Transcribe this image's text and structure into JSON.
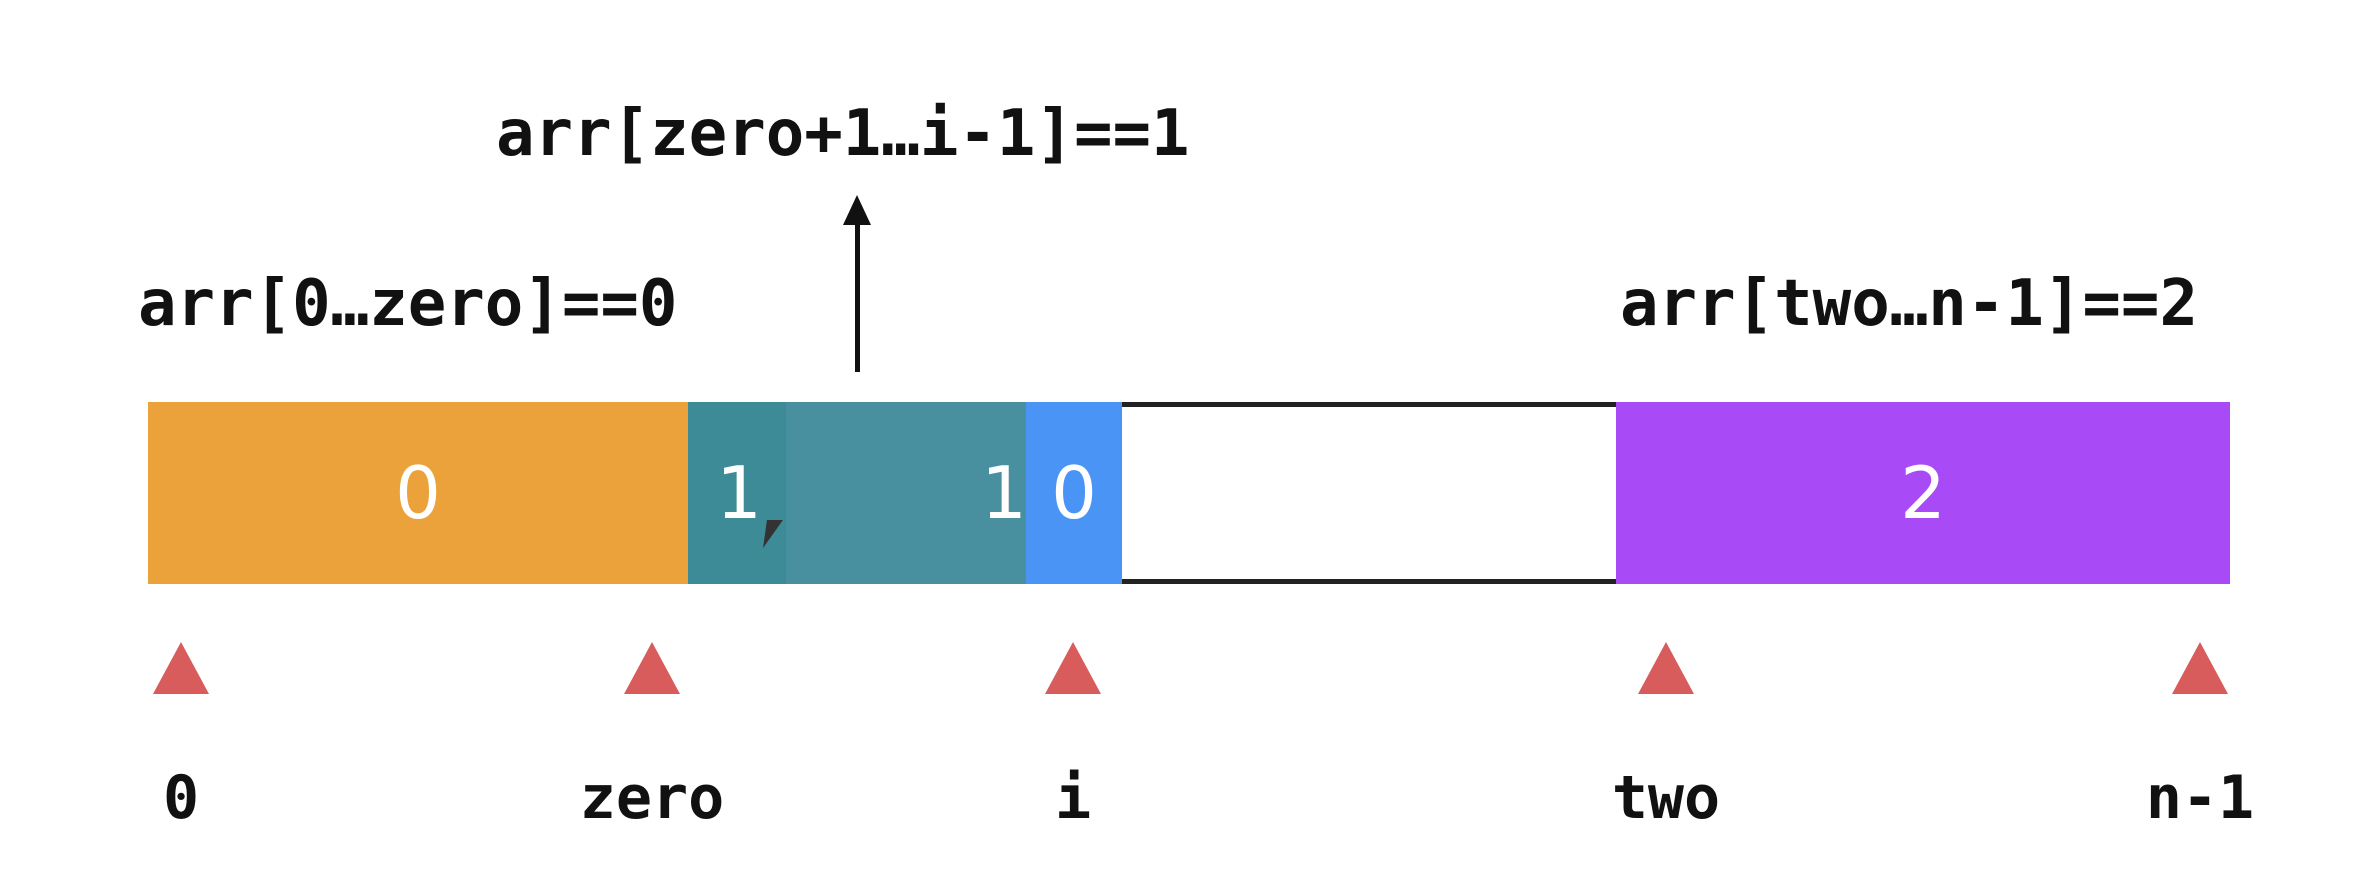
{
  "annotations": {
    "middle": "arr[zero+1…i-1]==1",
    "left": "arr[0…zero]==0",
    "right": "arr[two…n-1]==2"
  },
  "cells": [
    {
      "value": "0",
      "color": "#eba23a"
    },
    {
      "value": "1",
      "color": "#3d8b96"
    },
    {
      "value": "1",
      "color": "#4890a0"
    },
    {
      "value": "0",
      "color": "#4a94f6"
    },
    {
      "value": "",
      "color": "#ffffff"
    },
    {
      "value": "2",
      "color": "#a84af5"
    }
  ],
  "indices": [
    "0",
    "zero",
    "i",
    "two",
    "n-1"
  ],
  "colors": {
    "pointer": "#d85c5c",
    "text": "#111111"
  }
}
